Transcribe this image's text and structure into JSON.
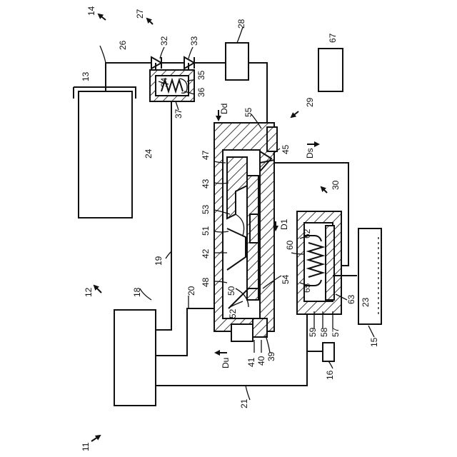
{
  "figure": {
    "labels": {
      "l11": "11",
      "l12": "12",
      "l13": "13",
      "l14": "14",
      "l15": "15",
      "l16": "16",
      "l18": "18",
      "l19": "19",
      "l20": "20",
      "l21": "21",
      "l23": "23",
      "l24": "24",
      "l26": "26",
      "l27": "27",
      "l28": "28",
      "l29": "29",
      "l30": "30",
      "l32": "32",
      "l33": "33",
      "l34": "34",
      "l35": "35",
      "l36": "36",
      "l37": "37",
      "l39": "39",
      "l40": "40",
      "l41": "41",
      "l42": "42",
      "l43": "43",
      "l45": "45",
      "l47": "47",
      "l48": "48",
      "l50": "50",
      "l51": "51",
      "l52": "52",
      "l53": "53",
      "l54": "54",
      "l55": "55",
      "l57": "57",
      "l58": "58",
      "l59": "59",
      "l60": "60",
      "l62": "62",
      "l63": "63",
      "l65": "65",
      "l67": "67",
      "dd": "Dd",
      "ds": "Ds",
      "d1": "D1",
      "du": "Du"
    }
  }
}
